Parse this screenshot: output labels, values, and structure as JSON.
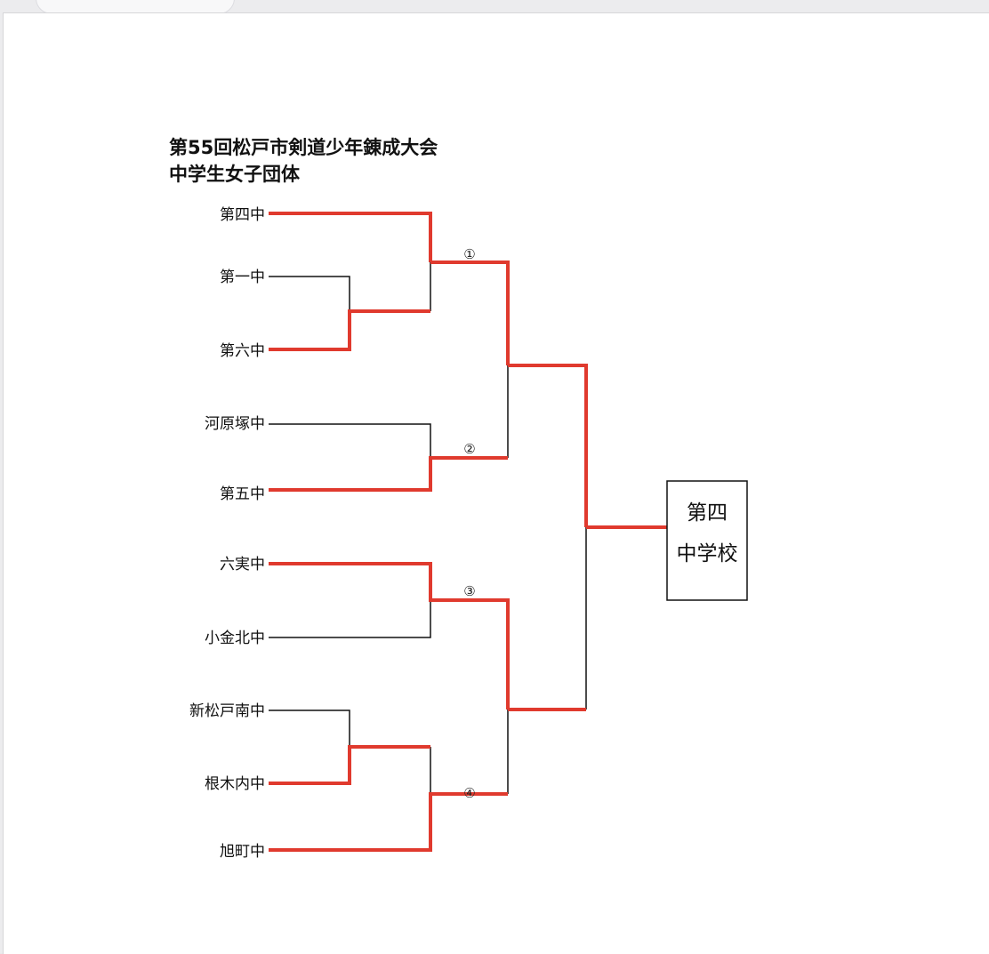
{
  "title": {
    "line1": "第55回松戸市剣道少年錬成大会",
    "line2": "中学生女子団体"
  },
  "teams": [
    "第四中",
    "第一中",
    "第六中",
    "河原塚中",
    "第五中",
    "六実中",
    "小金北中",
    "新松戸南中",
    "根木内中",
    "旭町中"
  ],
  "match_labels": [
    "①",
    "②",
    "③",
    "④"
  ],
  "winner": {
    "line1": "第四",
    "line2": "中学校"
  },
  "colors": {
    "winning_path": "#e03a2e",
    "losing_path": "#111111"
  }
}
